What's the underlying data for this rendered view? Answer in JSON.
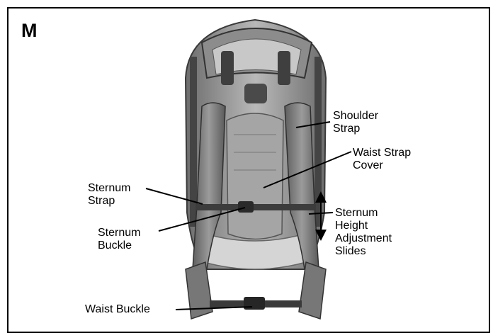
{
  "figure": {
    "panel_letter": "M",
    "labels": {
      "shoulder_strap": [
        "Shoulder",
        "Strap"
      ],
      "waist_strap_cover": [
        "Waist Strap",
        "Cover"
      ],
      "sternum_strap": [
        "Sternum",
        "Strap"
      ],
      "sternum_buckle": [
        "Sternum",
        "Buckle"
      ],
      "sternum_height_adjustment_slides": [
        "Sternum",
        "Height",
        "Adjustment",
        "Slides"
      ],
      "waist_buckle": [
        "Waist Buckle"
      ]
    }
  }
}
